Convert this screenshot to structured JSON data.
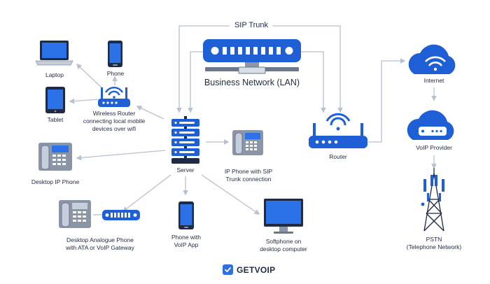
{
  "colors": {
    "blue": "#1f5fd6",
    "navy": "#1f2a44",
    "line": "#b7c1d1",
    "grey": "#cfd6e2"
  },
  "labels": {
    "sip_trunk": "SIP Trunk",
    "business_network": "Business Network (LAN)",
    "laptop": "Laptop",
    "phone": "Phone",
    "tablet": "Tablet",
    "wireless_router": [
      "Wireless Router",
      "connecting local mobile",
      "devices over wifi"
    ],
    "server": "Server",
    "ip_phone_sip": [
      "IP Phone with SIP",
      "Trunk connection"
    ],
    "desktop_ip_phone": "Desktop IP Phone",
    "desktop_analogue": [
      "Desktop Analogue Phone",
      "with ATA or VoIP Gateway"
    ],
    "phone_voip_app": [
      "Phone with",
      "VoIP App"
    ],
    "softphone": [
      "Softphone on",
      "desktop computer"
    ],
    "router": "Router",
    "internet": "Internet",
    "voip_provider": "VoIP Provider",
    "pstn": [
      "PSTN",
      "(Telephone Network)"
    ]
  },
  "brand": {
    "name": "GETVOIP",
    "icon": "check-icon"
  }
}
